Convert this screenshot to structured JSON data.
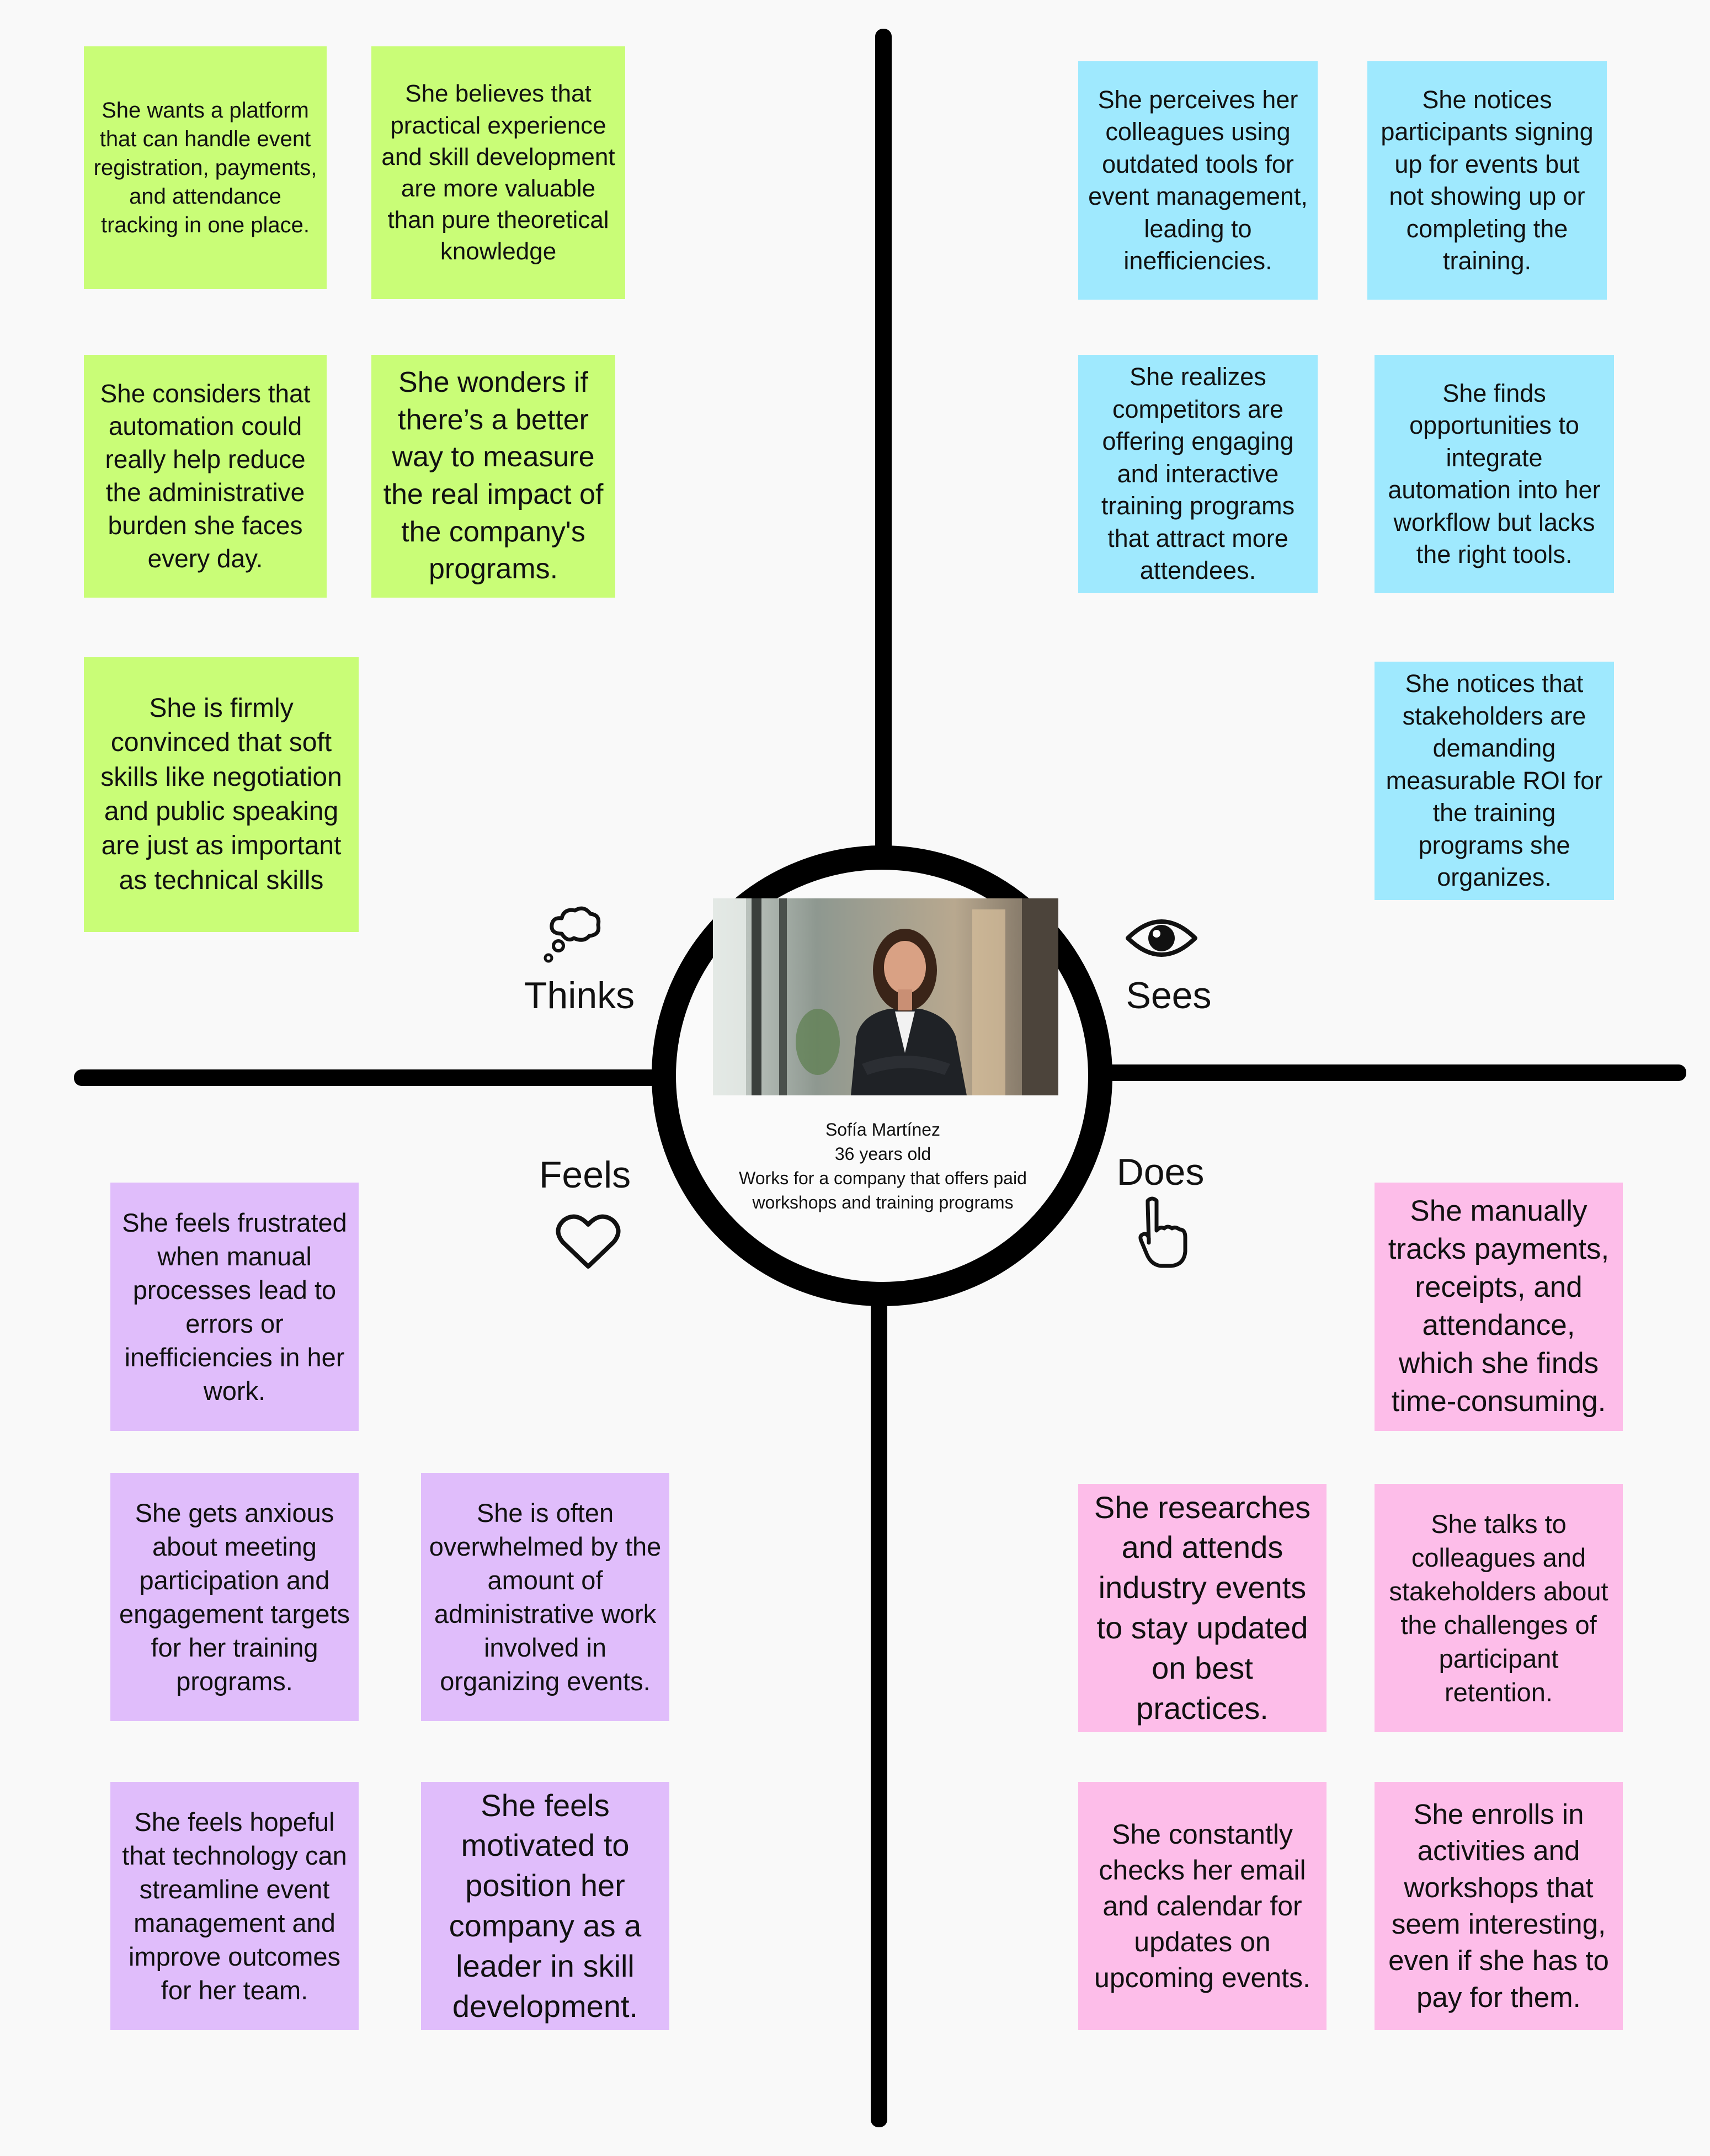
{
  "persona": {
    "name": "Sofía Martínez",
    "age": "36 years old",
    "description": "Works for a company that offers paid workshops and training programs"
  },
  "quadrants": {
    "thinks": {
      "label": "Thinks",
      "icon": "thought-bubble-icon",
      "color": "#c9fd77",
      "notes": [
        "She wants a platform that can handle event registration, payments, and attendance tracking in one place.",
        "She believes that practical experience and skill development are more valuable than pure theoretical knowledge",
        "She considers that automation could really help reduce the administrative burden she faces every day.",
        "She wonders if there’s a better way to measure the real impact of the company's programs.",
        "She is firmly convinced that soft skills like negotiation and public speaking are just as important as technical skills"
      ]
    },
    "sees": {
      "label": "Sees",
      "icon": "eye-icon",
      "color": "#9fe9fe",
      "notes": [
        "She perceives her colleagues using outdated tools for event management, leading to inefficiencies.",
        "She notices participants signing up for events but not showing up or completing the training.",
        "She realizes competitors are offering engaging and interactive training programs that attract more attendees.",
        "She finds opportunities to integrate automation into her workflow but lacks the right tools.",
        "She notices that stakeholders are demanding measurable ROI for the training programs she organizes."
      ]
    },
    "feels": {
      "label": "Feels",
      "icon": "heart-icon",
      "color": "#e0bdfb",
      "notes": [
        "She feels frustrated when manual processes lead to errors or inefficiencies in her work.",
        "She gets anxious about meeting participation and engagement targets for her training programs.",
        "She is often overwhelmed by the amount of administrative work involved in organizing events.",
        "She feels hopeful that technology can streamline event management and improve outcomes for her team.",
        "She feels motivated to position her company as a leader in skill development."
      ]
    },
    "does": {
      "label": "Does",
      "icon": "pointing-hand-icon",
      "color": "#fdbde9",
      "notes": [
        "She manually tracks payments, receipts, and attendance, which she finds time-consuming.",
        "She researches and attends industry events to stay updated on best practices.",
        "She talks to colleagues and stakeholders about the challenges of participant retention.",
        "She constantly checks her email and calendar for updates on upcoming events.",
        "She enrolls in activities and workshops that seem interesting, even if she has to pay for them."
      ]
    }
  }
}
